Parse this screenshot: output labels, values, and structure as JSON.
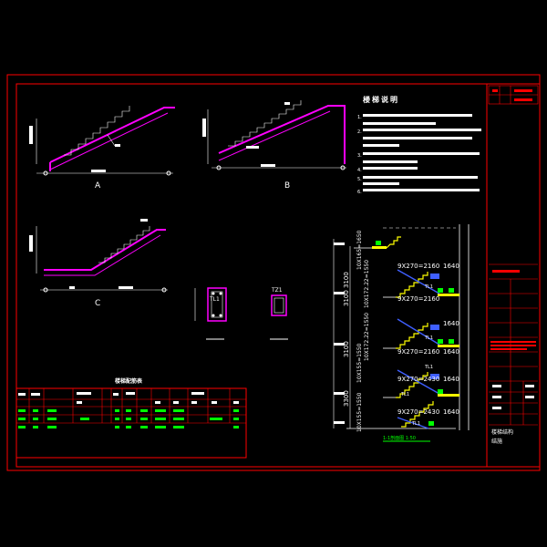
{
  "colors": {
    "background": "#000000",
    "frame": "#ff0000",
    "stair": "#ff00ff",
    "text": "#ffffff",
    "dim": "#ff3333",
    "flight": "#ffff00",
    "beam_blue": "#3f5fff",
    "green": "#00ff00",
    "cyan": "#00ffff"
  },
  "notes": {
    "title": "楼梯说明",
    "lines": [
      "1.",
      "2.",
      "3.",
      "4.",
      "5.",
      "6."
    ]
  },
  "details": {
    "labels": [
      "A",
      "B",
      "C"
    ]
  },
  "beam_sections": {
    "tl1_label": "TL1",
    "tz1_label": "TZ1"
  },
  "table": {
    "title": "楼梯配筋表"
  },
  "section": {
    "floor_heights": [
      "3300",
      "3100",
      "3100",
      "3100"
    ],
    "flight_labels": [
      "9X270=2160",
      "9X270=2160",
      "9X270=2160",
      "9X270=2430",
      "9X270=2430"
    ],
    "landing_widths": [
      "1640",
      "1640",
      "1640",
      "1640",
      "1640"
    ],
    "riser_labels": [
      "10X155=1550",
      "10X155=1550",
      "10X172.22=1550",
      "10X172.22=1550",
      "10X165=1650"
    ],
    "beam_labels": [
      "TL1",
      "TL1",
      "TL1",
      "TL1",
      "TL1"
    ],
    "caption": "1-1剖面图 1:50"
  },
  "title_block": {
    "drawing_name": "楼梯结构",
    "sheet": "结施"
  }
}
